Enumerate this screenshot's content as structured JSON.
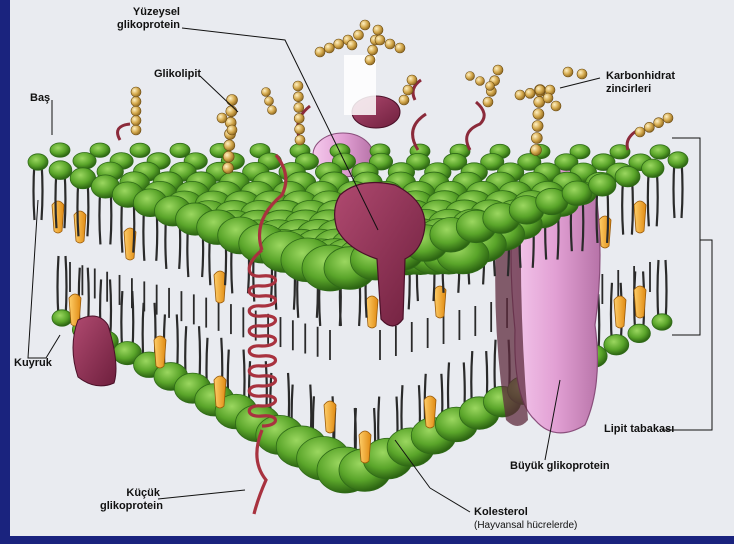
{
  "labels": {
    "yuzeysel_glikoprotein": [
      "Yüzeysel",
      "glikoprotein"
    ],
    "glikolipit": "Glikolipit",
    "bas": "Baş",
    "karbonhidrat_zincirleri": [
      "Karbonhidrat",
      "zincirleri"
    ],
    "kuyruk": "Kuyruk",
    "lipit_tabakasi": "Lipit tabakası",
    "buyuk_glikoprotein": "Büyük glikoprotein",
    "kucuk_glikoprotein": [
      "Küçük",
      "glikoprotein"
    ],
    "kolesterol": "Kolesterol",
    "kolesterol_note": "(Hayvansal hücrelerde)"
  },
  "colors": {
    "background": "#e9ebf0",
    "frame_left": "#1a237e",
    "frame_bottom": "#1a237e",
    "head_green": "#5fae2e",
    "head_dark": "#2f6a18",
    "tail": "#2a2a2a",
    "cholesterol": "#f2a12a",
    "protein_maroon": "#8a2c4e",
    "protein_pink": "#e4a6d6",
    "carbohydrate_bead": "#d2a84c",
    "glycolipid_chain": "#8b2a3a",
    "leader_line": "#111111"
  }
}
